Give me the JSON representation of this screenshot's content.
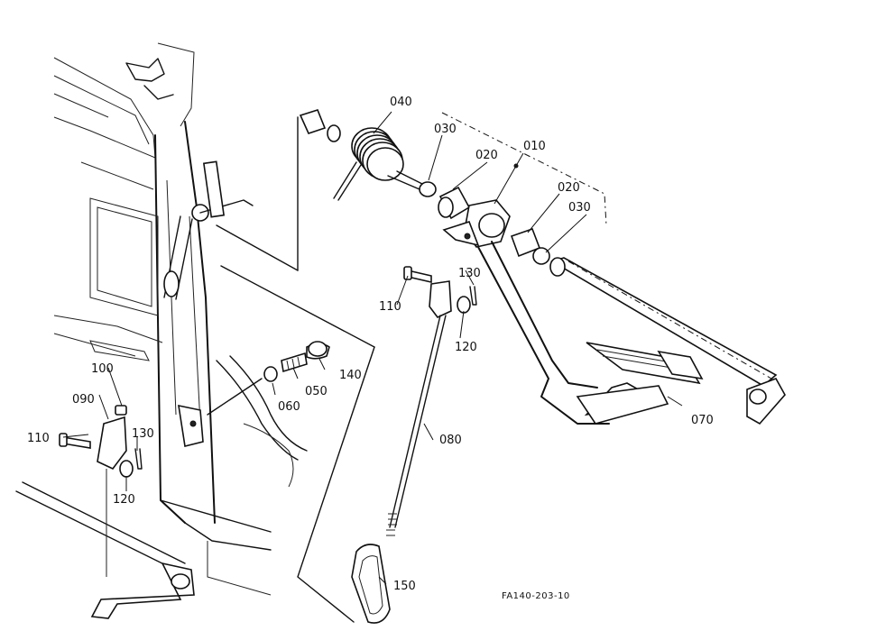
{
  "diagram": {
    "callouts": {
      "p010": "010",
      "p020a": "020",
      "p020b": "020",
      "p030a": "030",
      "p030b": "030",
      "p040": "040",
      "p050": "050",
      "p060": "060",
      "p070": "070",
      "p080": "080",
      "p090": "090",
      "p100": "100",
      "p110a": "110",
      "p110b": "110",
      "p120a": "120",
      "p120b": "120",
      "p130a": "130",
      "p130b": "130",
      "p140": "140",
      "p150": "150"
    },
    "drawing_code": "FA140-203-10"
  }
}
